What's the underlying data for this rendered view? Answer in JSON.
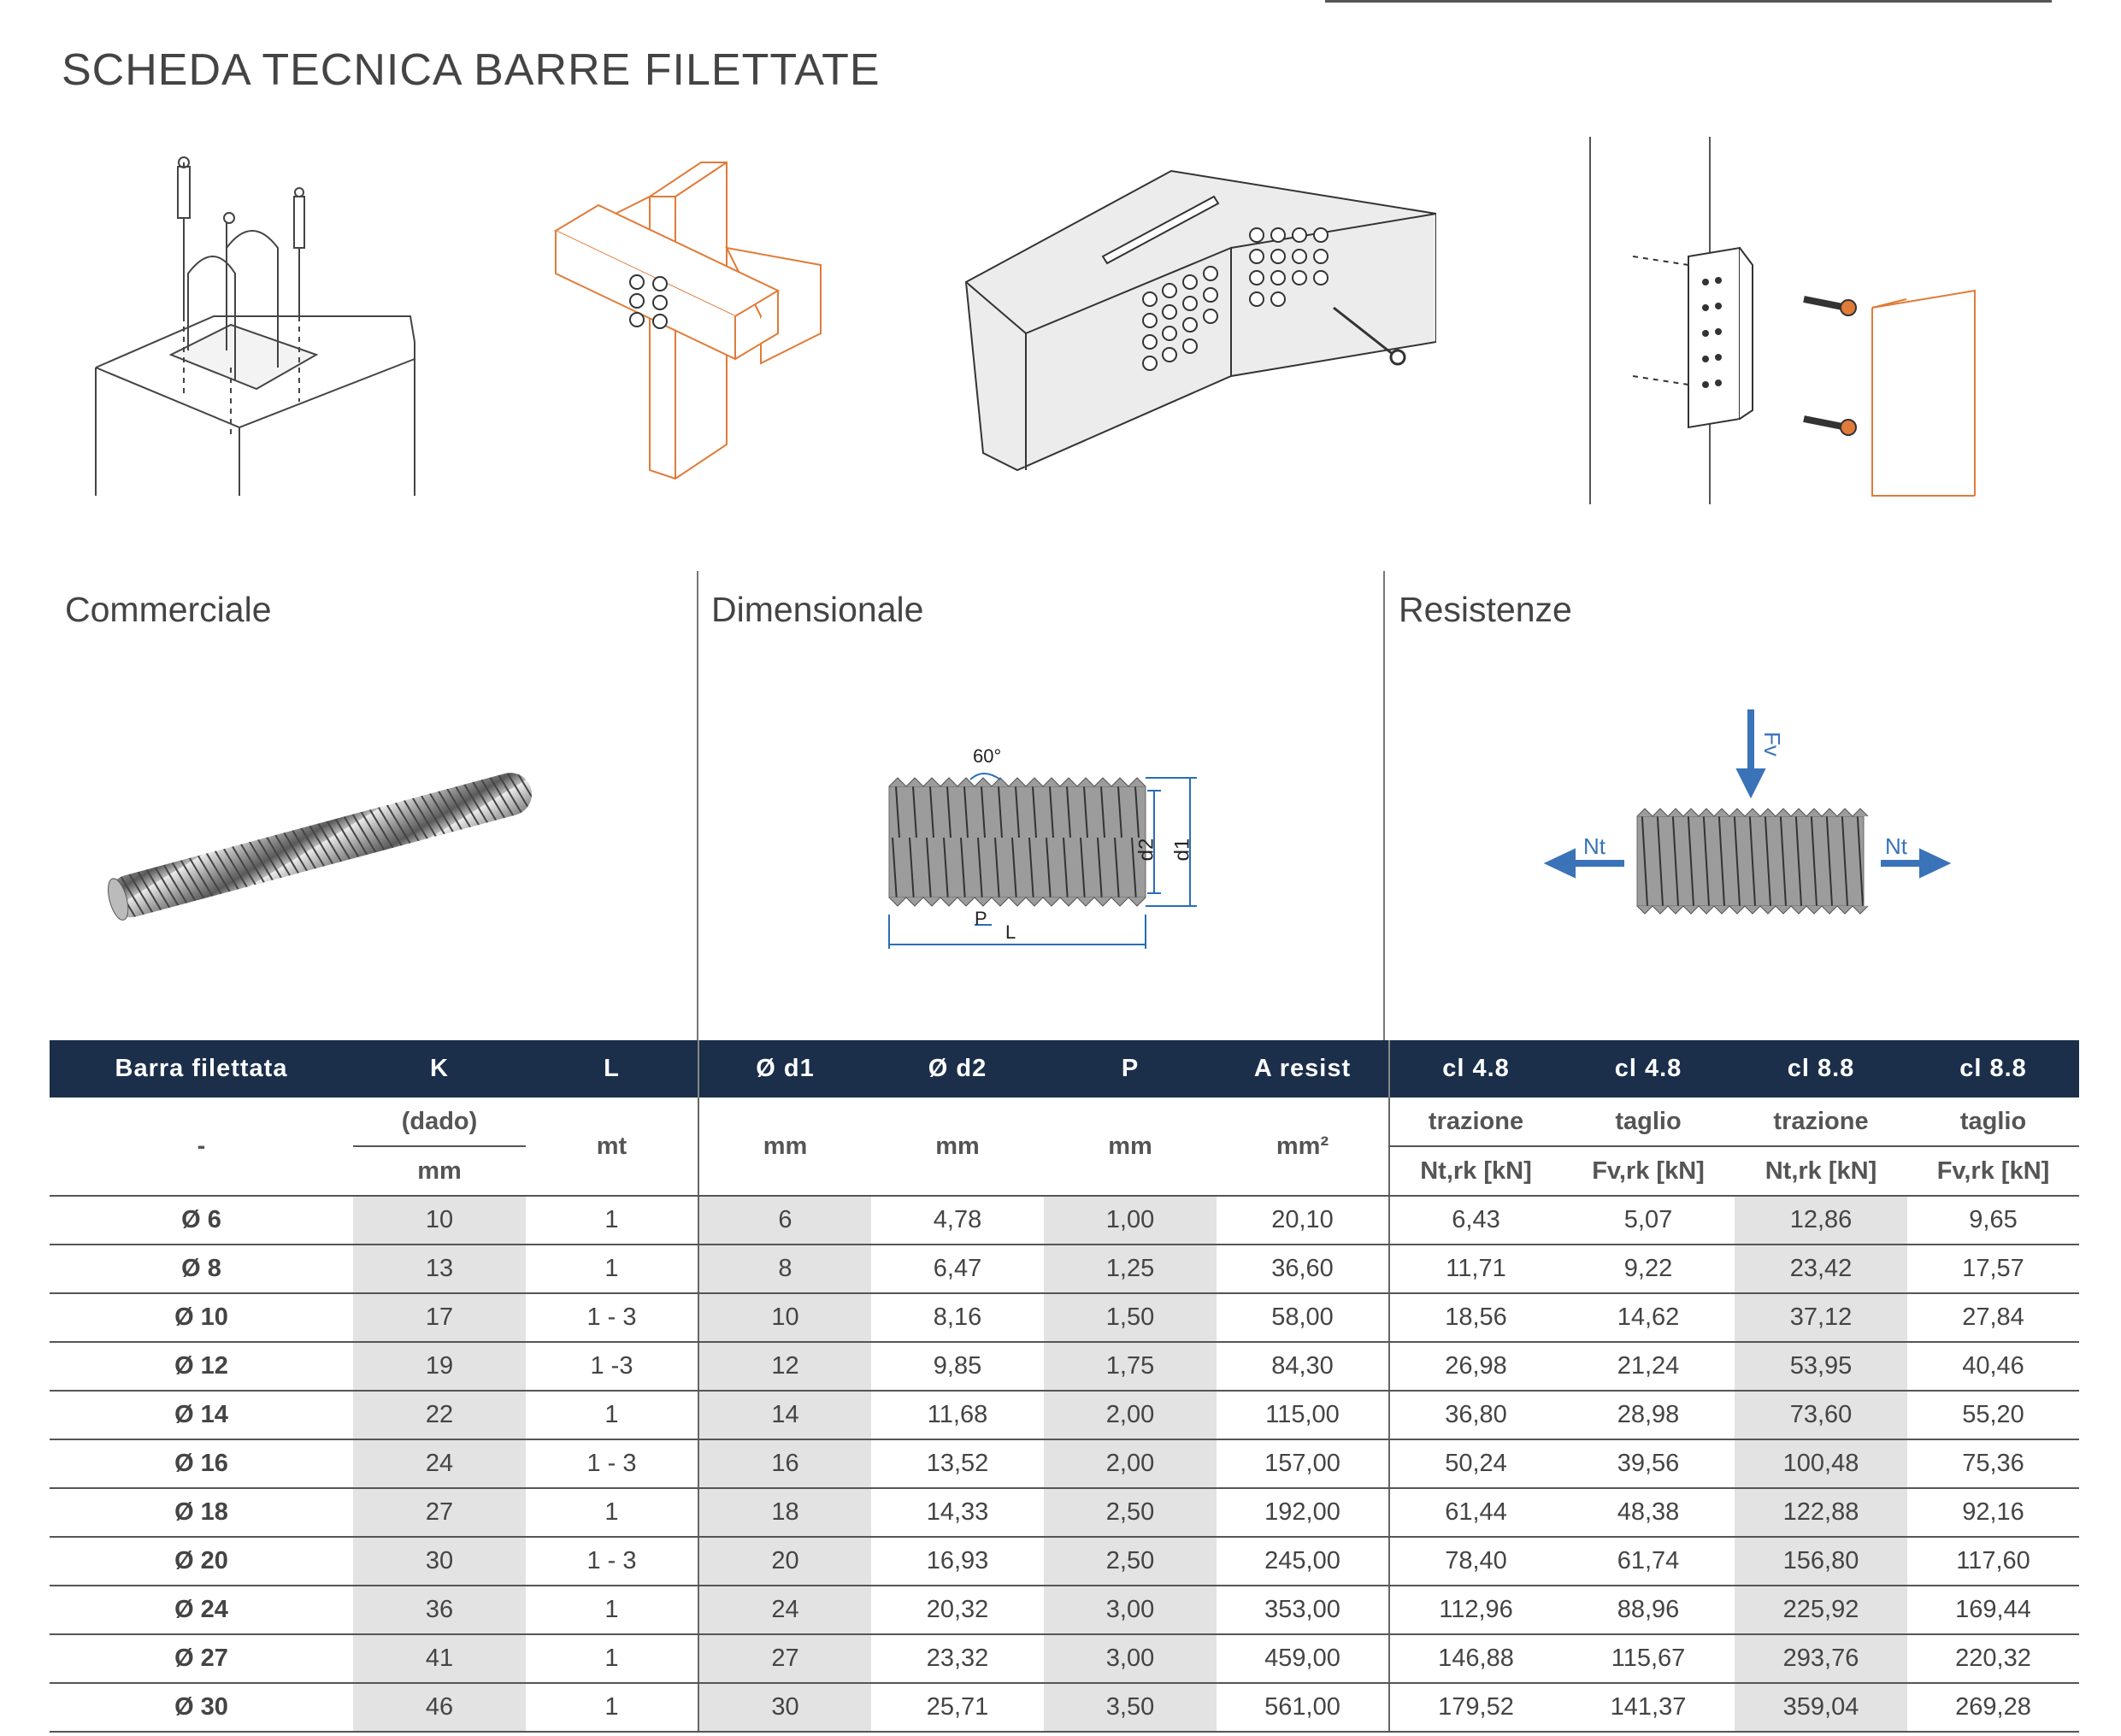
{
  "title": "SCHEDA TECNICA BARRE FILETTATE",
  "sections": {
    "commerciale": "Commerciale",
    "dimensionale": "Dimensionale",
    "resistenze": "Resistenze"
  },
  "dim_labels": {
    "angle": "60°",
    "d2": "d2",
    "d1": "d1",
    "p": "P",
    "l": "L"
  },
  "force_labels": {
    "fv": "Fv",
    "nt_left": "Nt",
    "nt_right": "Nt"
  },
  "table": {
    "headers": [
      "Barra filettata",
      "K",
      "L",
      "Ø d1",
      "Ø d2",
      "P",
      "A resist",
      "cl 4.8",
      "cl 4.8",
      "cl 8.8",
      "cl 8.8"
    ],
    "units": {
      "bar": "-",
      "k_top": "(dado)",
      "k_bottom": "mm",
      "l": "mt",
      "d1": "mm",
      "d2": "mm",
      "p": "mm",
      "a": "mm²",
      "c1_top": "trazione",
      "c1_bottom": "Nt,rk [kN]",
      "c2_top": "taglio",
      "c2_bottom": "Fv,rk [kN]",
      "c3_top": "trazione",
      "c3_bottom": "Nt,rk [kN]",
      "c4_top": "taglio",
      "c4_bottom": "Fv,rk [kN]"
    },
    "rows": [
      [
        "Ø 6",
        "10",
        "1",
        "6",
        "4,78",
        "1,00",
        "20,10",
        "6,43",
        "5,07",
        "12,86",
        "9,65"
      ],
      [
        "Ø 8",
        "13",
        "1",
        "8",
        "6,47",
        "1,25",
        "36,60",
        "11,71",
        "9,22",
        "23,42",
        "17,57"
      ],
      [
        "Ø 10",
        "17",
        "1 - 3",
        "10",
        "8,16",
        "1,50",
        "58,00",
        "18,56",
        "14,62",
        "37,12",
        "27,84"
      ],
      [
        "Ø 12",
        "19",
        "1 -3",
        "12",
        "9,85",
        "1,75",
        "84,30",
        "26,98",
        "21,24",
        "53,95",
        "40,46"
      ],
      [
        "Ø 14",
        "22",
        "1",
        "14",
        "11,68",
        "2,00",
        "115,00",
        "36,80",
        "28,98",
        "73,60",
        "55,20"
      ],
      [
        "Ø 16",
        "24",
        "1 - 3",
        "16",
        "13,52",
        "2,00",
        "157,00",
        "50,24",
        "39,56",
        "100,48",
        "75,36"
      ],
      [
        "Ø 18",
        "27",
        "1",
        "18",
        "14,33",
        "2,50",
        "192,00",
        "61,44",
        "48,38",
        "122,88",
        "92,16"
      ],
      [
        "Ø 20",
        "30",
        "1 - 3",
        "20",
        "16,93",
        "2,50",
        "245,00",
        "78,40",
        "61,74",
        "156,80",
        "117,60"
      ],
      [
        "Ø 24",
        "36",
        "1",
        "24",
        "20,32",
        "3,00",
        "353,00",
        "112,96",
        "88,96",
        "225,92",
        "169,44"
      ],
      [
        "Ø 27",
        "41",
        "1",
        "27",
        "23,32",
        "3,00",
        "459,00",
        "146,88",
        "115,67",
        "293,76",
        "220,32"
      ],
      [
        "Ø 30",
        "46",
        "1",
        "30",
        "25,71",
        "3,50",
        "561,00",
        "179,52",
        "141,37",
        "359,04",
        "269,28"
      ]
    ]
  }
}
